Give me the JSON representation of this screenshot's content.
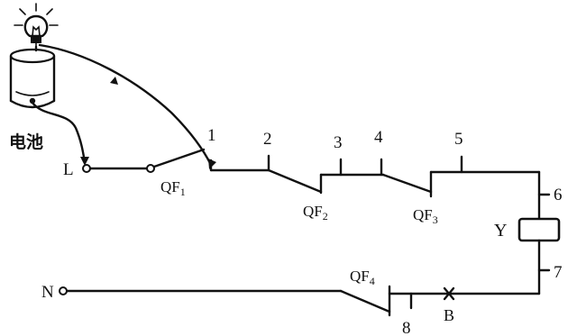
{
  "labels": {
    "battery": "电池",
    "terminal_l": "L",
    "terminal_n": "N",
    "breaker_1": "QF",
    "breaker_1_sub": "1",
    "breaker_2": "QF",
    "breaker_2_sub": "2",
    "breaker_3": "QF",
    "breaker_3_sub": "3",
    "breaker_4": "QF",
    "breaker_4_sub": "4",
    "coil": "Y",
    "fault_point": "B",
    "point_1": "1",
    "point_2": "2",
    "point_3": "3",
    "point_4": "4",
    "point_5": "5",
    "point_6": "6",
    "point_7": "7",
    "point_8": "8"
  }
}
